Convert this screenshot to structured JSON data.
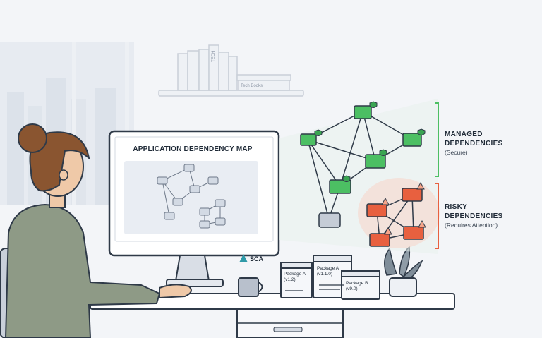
{
  "monitor": {
    "title": "APPLICATION DEPENDENCY MAP",
    "brand": "SCA"
  },
  "shelf": {
    "books_label": "Tech Books",
    "spine_label": "TECH"
  },
  "legend": {
    "managed": {
      "title_line1": "MANAGED",
      "title_line2": "DEPENDENCIES",
      "subtitle": "(Secure)",
      "color": "#4cbf63"
    },
    "risky": {
      "title_line1": "RISKY",
      "title_line2": "DEPENDENCIES",
      "subtitle": "(Requires Attention)",
      "color": "#e8603f"
    }
  },
  "packages": [
    {
      "name": "Package A",
      "version": "(v1.2)"
    },
    {
      "name": "Package A",
      "version": "(v1.1.0)"
    },
    {
      "name": "Package B",
      "version": "(v9.0)"
    }
  ],
  "colors": {
    "background": "#f3f5f8",
    "secure_node": "#4cbf63",
    "risky_node": "#e8603f",
    "neutral_node": "#c5ccd6",
    "outline": "#2f3a48"
  }
}
